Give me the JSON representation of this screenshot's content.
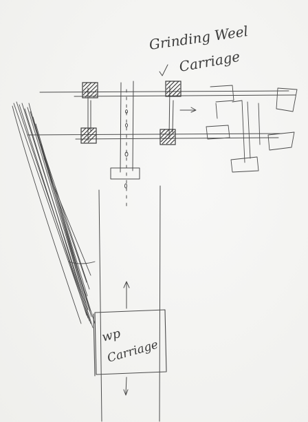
{
  "labels": {
    "grinding_wheel_carriage": [
      "Grinding Weel",
      "Carriage"
    ],
    "wp_carriage": [
      "wp",
      "Carriage"
    ]
  },
  "colors": {
    "paper": "#f4f4f2",
    "pencil": "#4a4a4a",
    "shading": "#2e2e2e"
  }
}
